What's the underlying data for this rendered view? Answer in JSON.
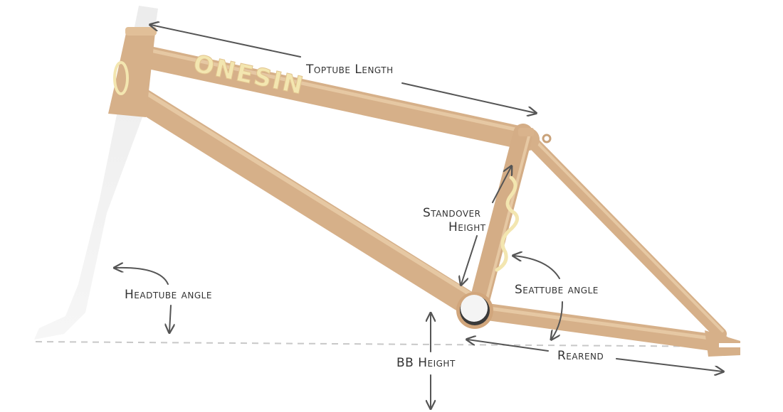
{
  "diagram": {
    "logo_text": "ONESIN",
    "colors": {
      "frame": "#d9b38c",
      "frame_highlight": "#e8caa6",
      "frame_shadow": "#b8916a",
      "logo": "#f3e6b0",
      "fork": "#ececec",
      "annotation": "#555555"
    },
    "labels": {
      "toptube_length": "Toptube Length",
      "standover_line1": "Standover",
      "standover_line2": "Height",
      "headtube_angle": "Headtube angle",
      "seattube_angle": "Seattube angle",
      "bb_height": "BB Height",
      "rearend": "Rearend"
    }
  }
}
